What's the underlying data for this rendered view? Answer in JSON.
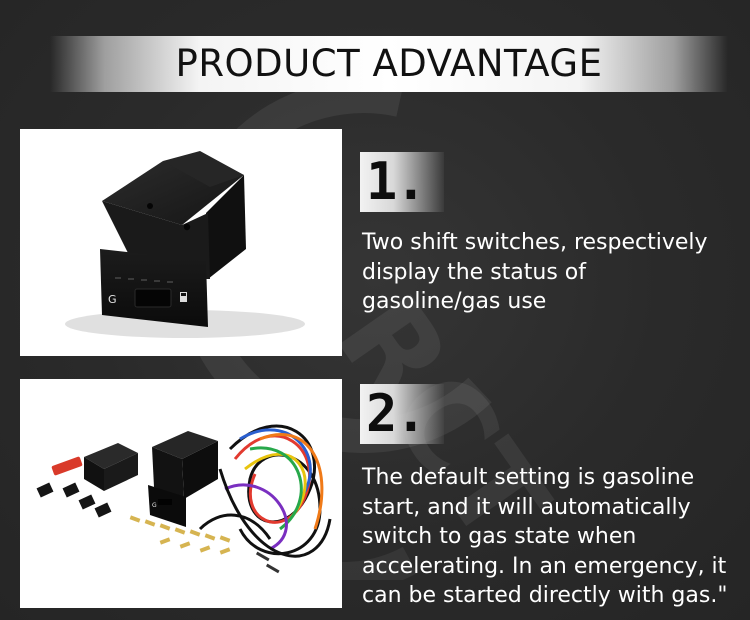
{
  "header": {
    "title": "PRODUCT ADVANTAGE"
  },
  "watermark": {
    "text": "RCT"
  },
  "features": [
    {
      "number": "1.",
      "lines": [
        "Two shift switches, respectively",
        "display the status of",
        "gasoline/gas use"
      ],
      "photo_icon": "switch-box-photo"
    },
    {
      "number": "2.",
      "lines": [
        "The default setting is gasoline",
        "start, and it will automatically",
        "switch to gas state when",
        "accelerating. In an emergency, it",
        "can be started directly with gas.\""
      ],
      "photo_icon": "wiring-harness-kit-photo"
    }
  ],
  "product_labels": {
    "switch_letter": "G"
  },
  "colors": {
    "background": "#2b2b2b",
    "banner": "#ffffff",
    "text": "#ffffff",
    "title_text": "#111111"
  }
}
